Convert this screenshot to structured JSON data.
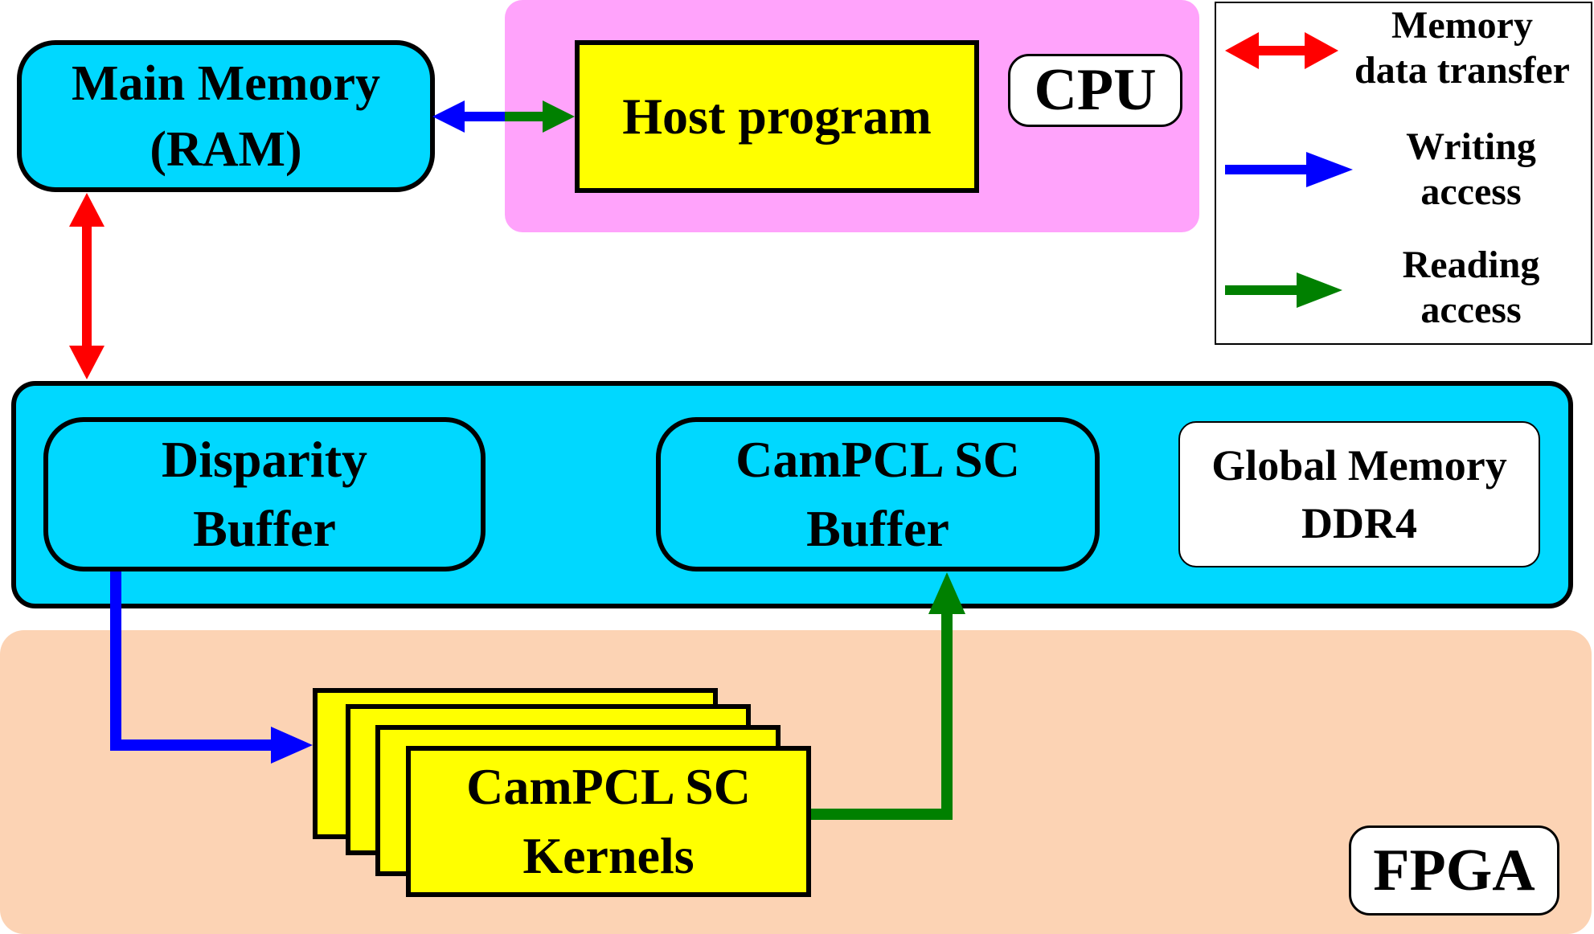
{
  "cpu_region": {
    "label": "CPU",
    "color": "#ffa3fb"
  },
  "fpga_region": {
    "label": "FPGA",
    "color": "#fcd3b4"
  },
  "main_memory": {
    "line1": "Main Memory",
    "line2": "(RAM)"
  },
  "host_program": {
    "label": "Host program"
  },
  "fpga_memory": {
    "disparity_buffer": {
      "line1": "Disparity",
      "line2": "Buffer"
    },
    "campcl_buffer": {
      "line1": "CamPCL SC",
      "line2": "Buffer"
    },
    "global_memory": {
      "line1": "Global Memory",
      "line2": "DDR4"
    }
  },
  "kernels": {
    "line1": "CamPCL SC",
    "line2": "Kernels"
  },
  "legend": {
    "items": [
      {
        "line1": "Memory",
        "line2": "data transfer",
        "color": "#ff0000",
        "icon": "double-arrow-icon"
      },
      {
        "line1": "Writing",
        "line2": "access",
        "color": "#0000ff",
        "icon": "arrow-right-icon"
      },
      {
        "line1": "Reading",
        "line2": "access",
        "color": "#008000",
        "icon": "arrow-right-icon"
      }
    ]
  },
  "colors": {
    "memory_fill": "#00d8ff",
    "kernel_fill": "#ffff00",
    "host_fill": "#ffff00"
  }
}
